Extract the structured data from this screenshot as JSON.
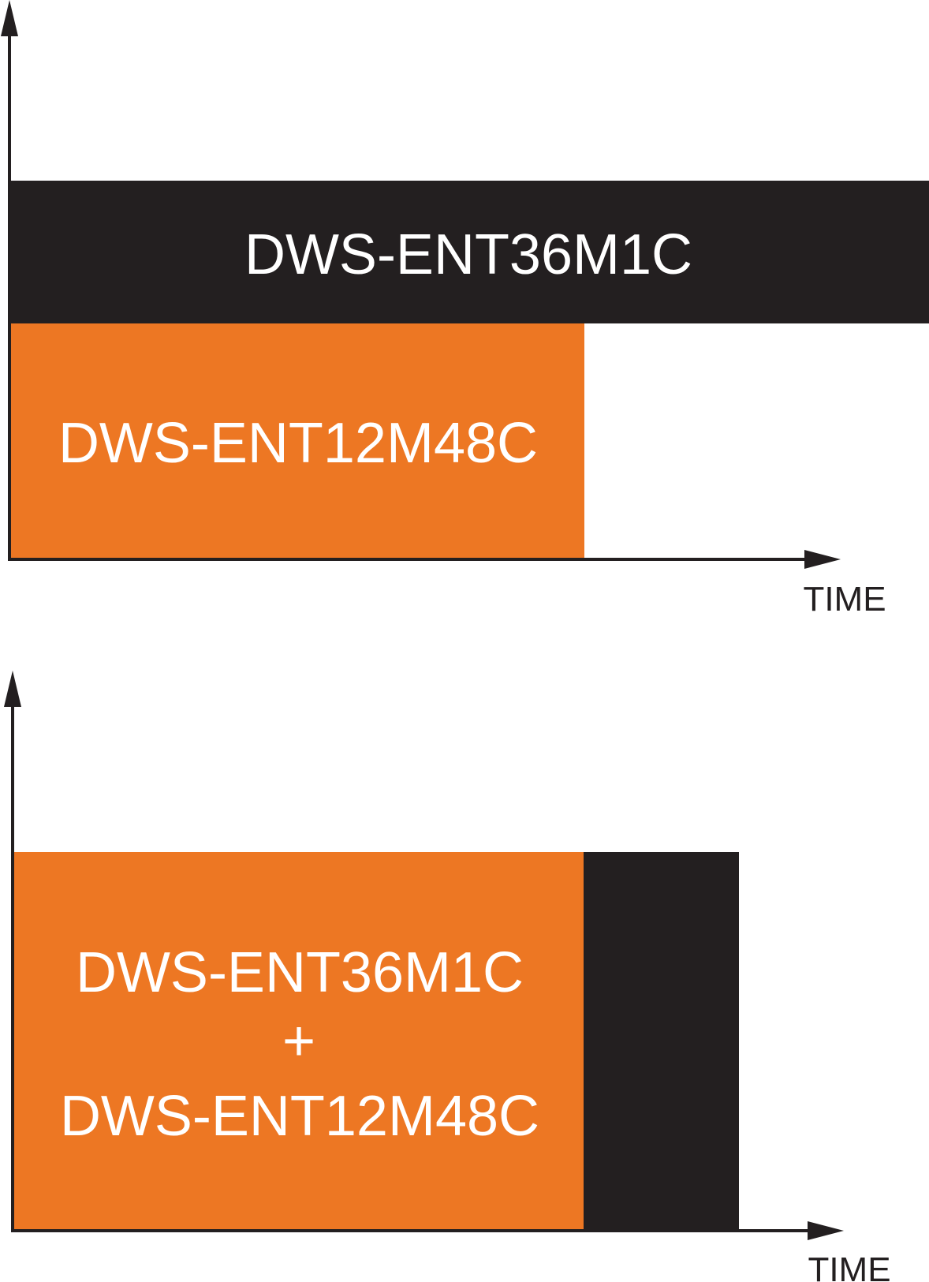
{
  "colors": {
    "black_bar": "#231f20",
    "orange_bar": "#ed7723",
    "axis": "#231f20",
    "label_light": "#ffffff",
    "label_dark": "#231f20",
    "background": "#ffffff"
  },
  "top_diagram": {
    "black_bar_label": "DWS-ENT36M1C",
    "orange_bar_label": "DWS-ENT12M48C",
    "x_axis_label": "TIME"
  },
  "bottom_diagram": {
    "combined_label_line1": "DWS-ENT36M1C",
    "combined_label_plus": "+",
    "combined_label_line2": "DWS-ENT12M48C",
    "x_axis_label": "TIME"
  }
}
